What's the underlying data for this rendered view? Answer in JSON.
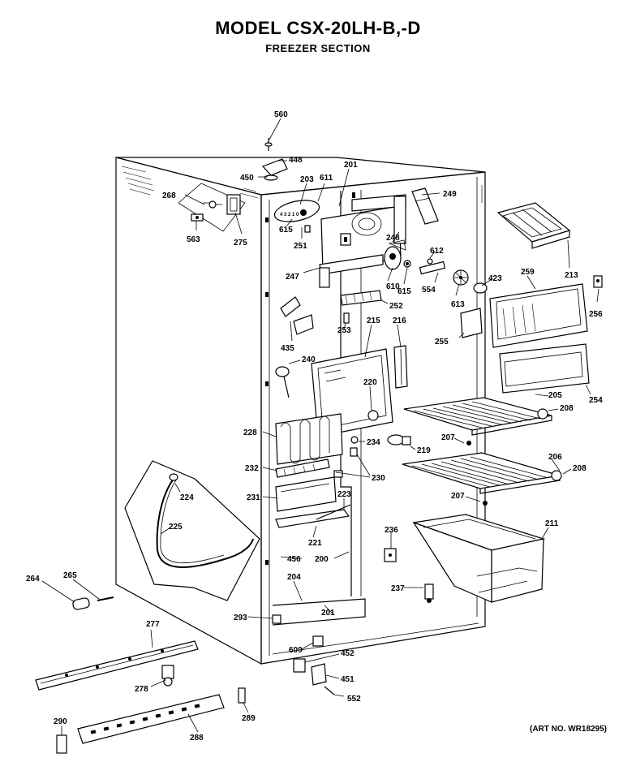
{
  "header": {
    "title": "MODEL CSX-20LH-B,-D",
    "subtitle": "FREEZER SECTION"
  },
  "art_number": "(ART NO. WR18295)",
  "callouts": [
    "560",
    "448",
    "450",
    "203",
    "611",
    "201",
    "268",
    "249",
    "275",
    "615",
    "251",
    "563",
    "248",
    "612",
    "213",
    "247",
    "610",
    "615",
    "554",
    "423",
    "259",
    "256",
    "613",
    "252",
    "255",
    "435",
    "253",
    "215",
    "216",
    "240",
    "220",
    "205",
    "254",
    "208",
    "228",
    "207",
    "234",
    "219",
    "232",
    "230",
    "206",
    "208",
    "224",
    "231",
    "223",
    "207",
    "211",
    "225",
    "221",
    "236",
    "456",
    "200",
    "264",
    "265",
    "204",
    "237",
    "201",
    "293",
    "277",
    "609",
    "452",
    "451",
    "278",
    "552",
    "289",
    "290",
    "288"
  ]
}
